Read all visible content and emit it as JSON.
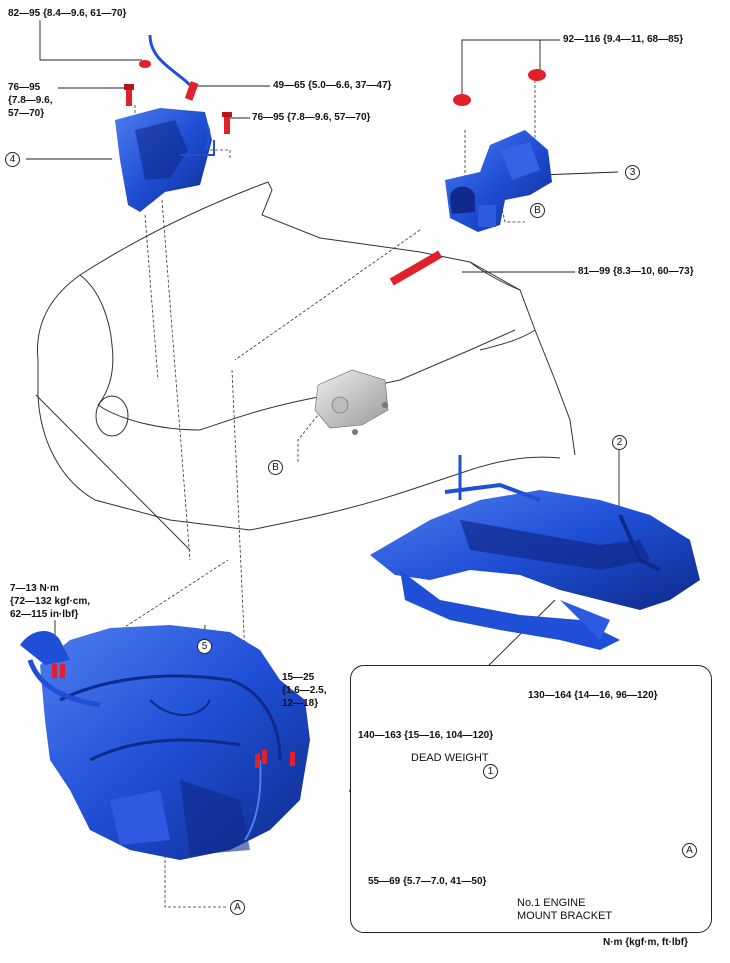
{
  "torque": {
    "t1": "82—95 {8.4—9.6, 61—70}",
    "t2a": "76—95",
    "t2b": "{7.8—9.6,",
    "t2c": "57—70}",
    "t3": "49—65 {5.0—6.6, 37—47}",
    "t4": "76—95 {7.8—9.6, 57—70}",
    "t5": "92—116 {9.4—11, 68—85}",
    "t6": "81—99 {8.3—10, 60—73}",
    "t7a": "7—13 N·m",
    "t7b": "{72—132 kgf·cm,",
    "t7c": "62—115 in·lbf}",
    "t8a": "15—25",
    "t8b": "{1.6—2.5,",
    "t8c": "12—18}",
    "t9": "130—164 {14—16, 96—120}",
    "t10": "140—163 {15—16, 104—120}",
    "t11": "55—69 {5.7—7.0, 41—50}"
  },
  "callouts": {
    "c1": "1",
    "c2": "2",
    "c3": "3",
    "c4": "4",
    "c5": "5",
    "cA1": "A",
    "cA2": "A",
    "cB1": "B",
    "cB2": "B"
  },
  "text": {
    "dead_weight": "DEAD WEIGHT",
    "bracket_l1": "No.1 ENGINE",
    "bracket_l2": "MOUNT BRACKET",
    "units": "N·m {kgf·m, ft·lbf}"
  },
  "colors": {
    "part_blue": "#1f4fd6",
    "part_dark": "#0f2a8a",
    "bolt_red": "#e0202a",
    "mount_gray": "#c8c8c8"
  }
}
